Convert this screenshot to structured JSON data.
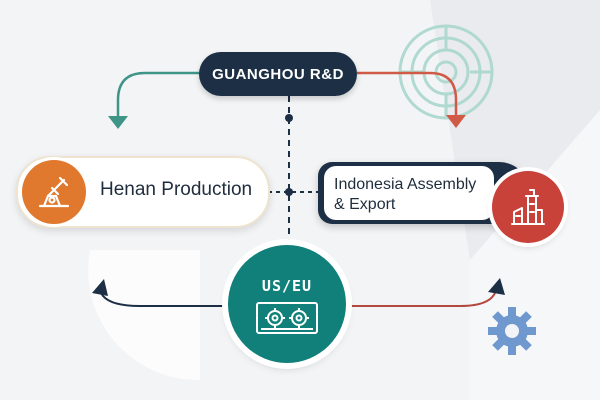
{
  "diagram": {
    "top_node": {
      "label": "GUANGHOU R&D"
    },
    "left_node": {
      "label": "Henan Production",
      "icon": "manufacturing-machine-icon"
    },
    "right_node": {
      "label_line1": "Indonesia Assembly",
      "label_line2": "& Export",
      "icon": "factory-plant-icon"
    },
    "center_node": {
      "label": "US/EU",
      "icon": "machinery-gears-icon"
    }
  },
  "colors": {
    "navy": "#1c2f45",
    "orange": "#e0792e",
    "red": "#c8423a",
    "teal": "#11807a",
    "green_arrow": "#3f9488",
    "red_arrow": "#d05a45"
  }
}
